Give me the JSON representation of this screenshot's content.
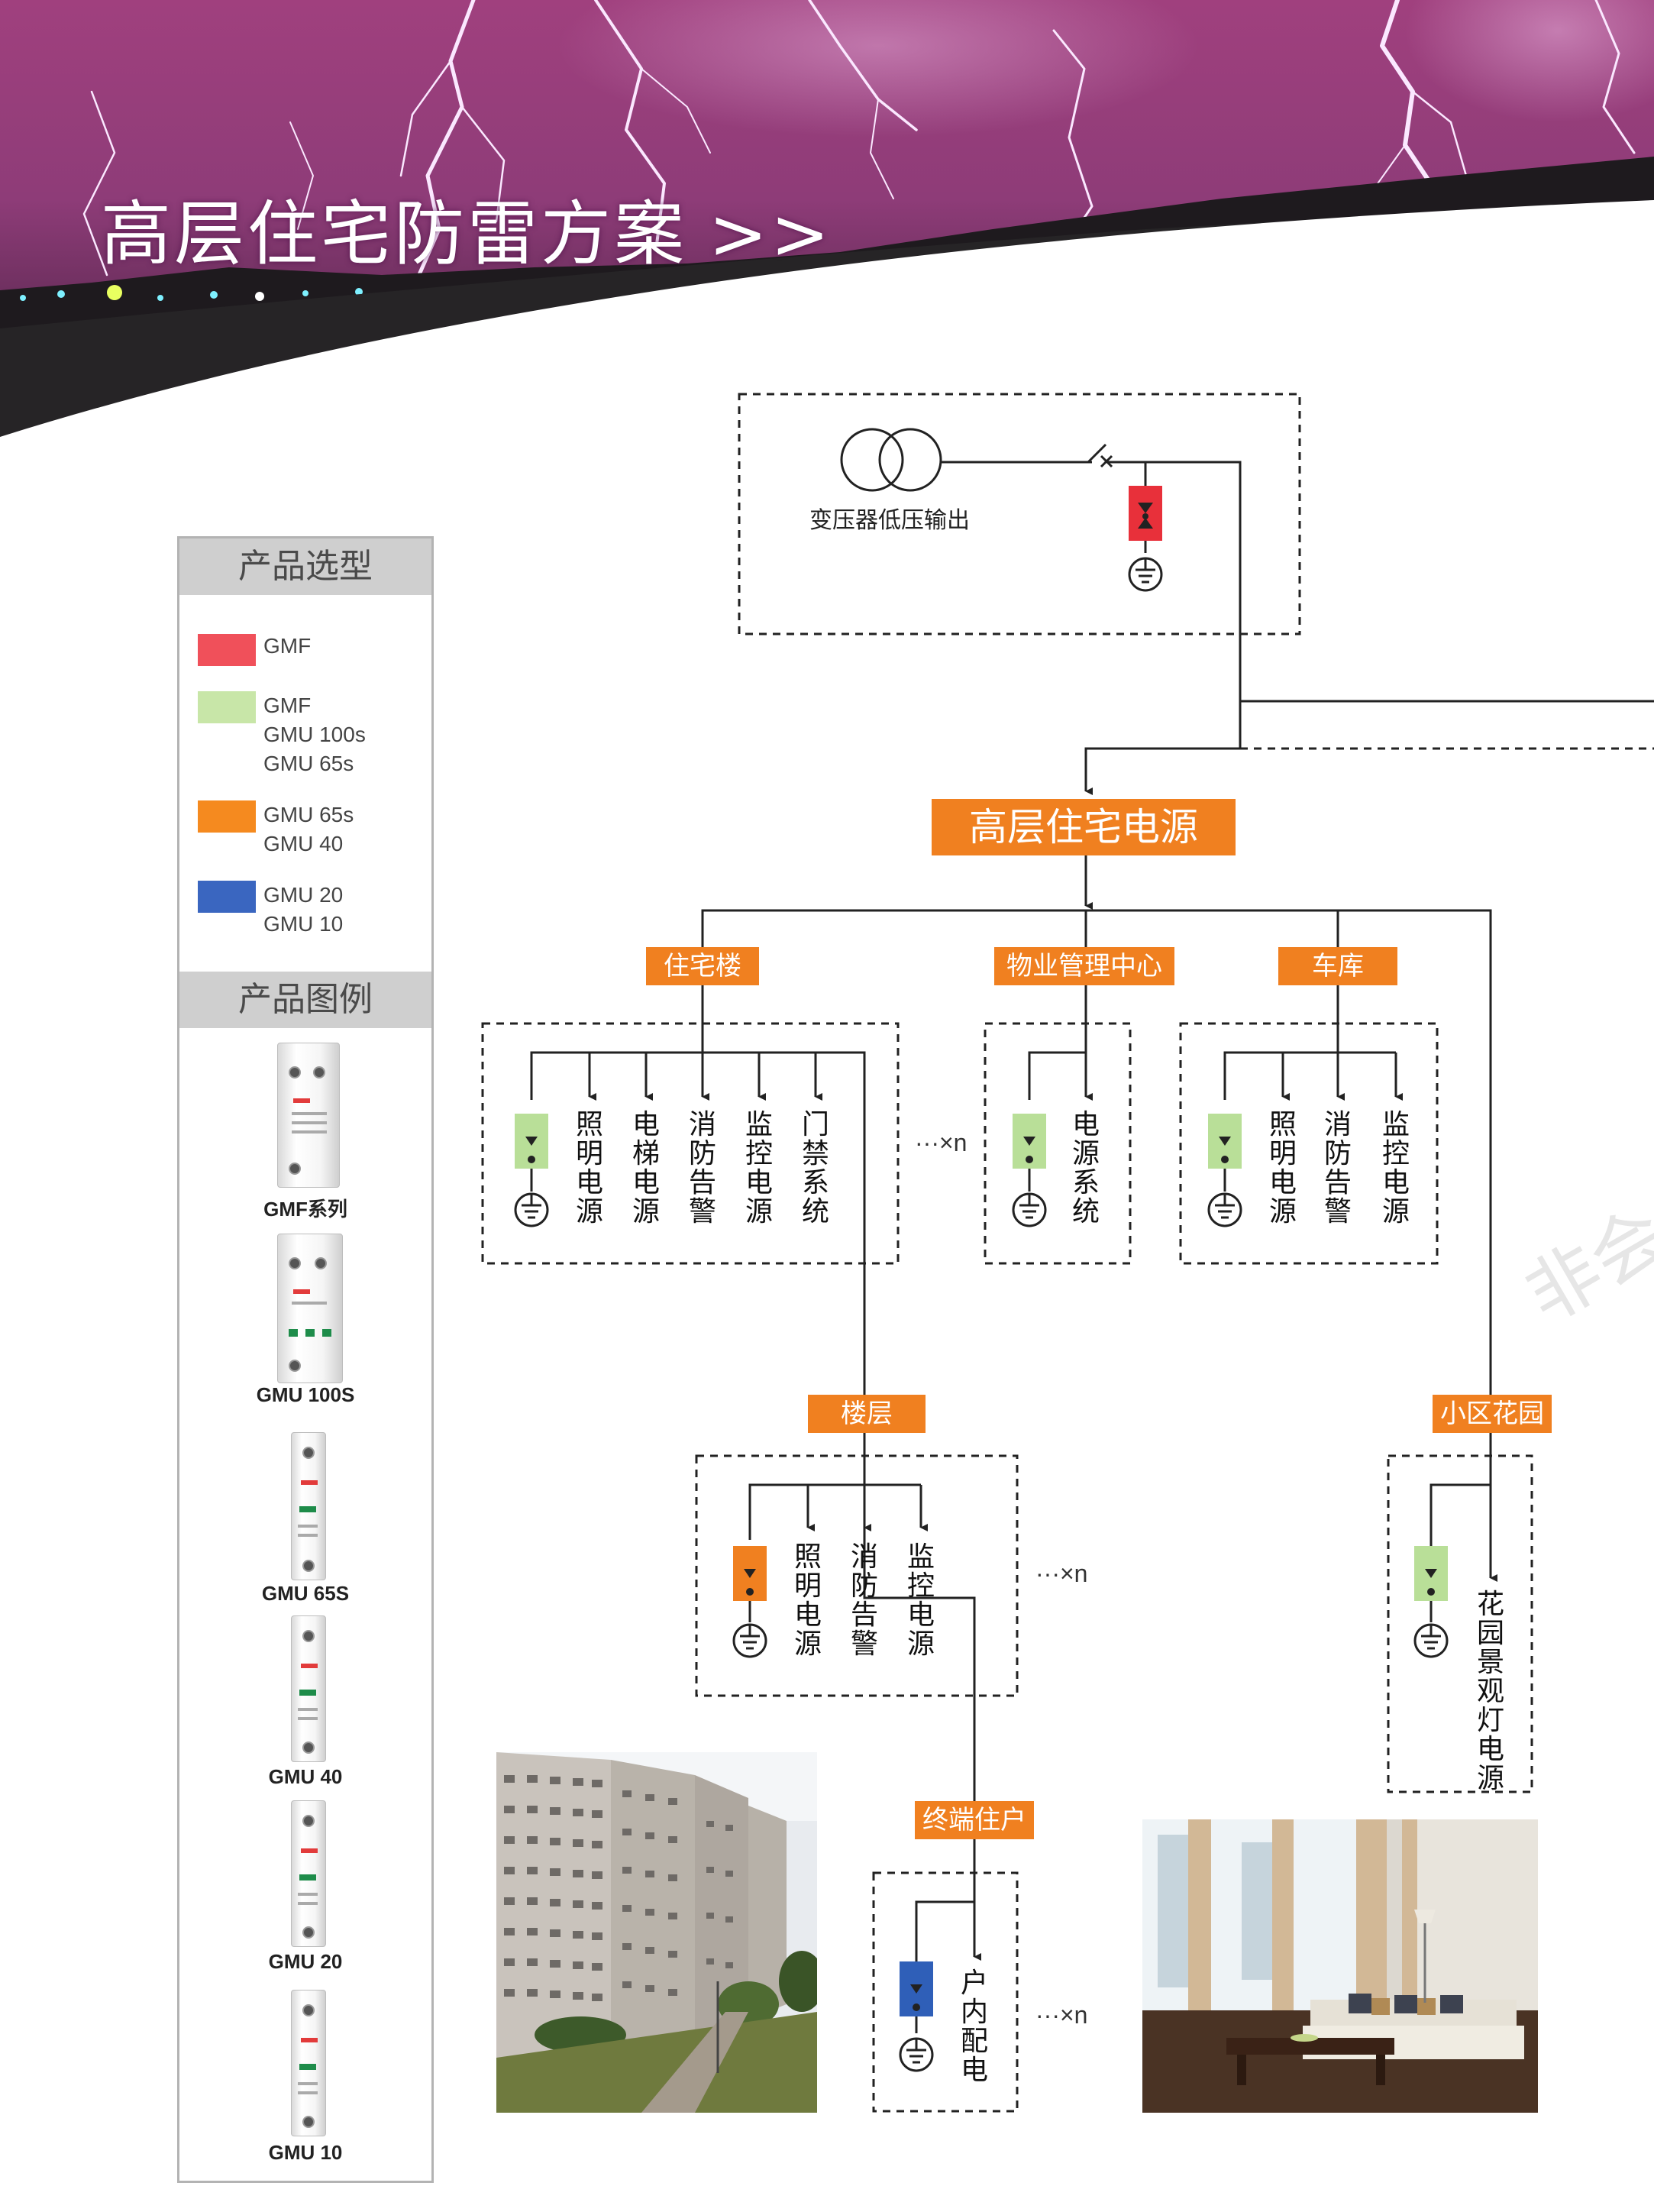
{
  "header": {
    "title": "高层住宅防雷方案",
    "title_suffix": ">>"
  },
  "legend": {
    "selection_title": "产品选型",
    "items": [
      {
        "color": "#f0505a",
        "lines": [
          "GMF"
        ]
      },
      {
        "color": "#c8e6a8",
        "lines": [
          "GMF",
          "GMU 100s",
          "GMU 65s"
        ]
      },
      {
        "color": "#f58a1f",
        "lines": [
          "GMU 65s",
          "GMU 40"
        ]
      },
      {
        "color": "#3a66c0",
        "lines": [
          "GMU 20",
          "GMU 10"
        ]
      }
    ],
    "products_title": "产品图例",
    "products": [
      "GMF系列",
      "GMU 100S",
      "GMU 65S",
      "GMU 40",
      "GMU 20",
      "GMU 10"
    ]
  },
  "diagram": {
    "transformer_label": "变压器低压输出",
    "main_power": "高层住宅电源",
    "residential_building": "住宅楼",
    "property_center": "物业管理中心",
    "garage": "车库",
    "floors": "楼层",
    "garden": "小区花园",
    "end_user": "终端住户",
    "multiplier": "···×n",
    "res_loads": [
      "照明电源",
      "电梯电源",
      "消防告警",
      "监控电源",
      "门禁系统"
    ],
    "property_loads": [
      "电源系统"
    ],
    "garage_loads": [
      "照明电源",
      "消防告警",
      "监控电源"
    ],
    "floor_loads": [
      "照明电源",
      "消防告警",
      "监控电源"
    ],
    "garden_loads": [
      "花园景观灯电源"
    ],
    "end_loads": [
      "户内配电"
    ],
    "watermark": "非会"
  },
  "colors": {
    "gmf_red": "#e8303a",
    "green": "#b9df98",
    "orange": "#f08020",
    "blue": "#2f5fb8",
    "label_orange": "#f08020"
  }
}
